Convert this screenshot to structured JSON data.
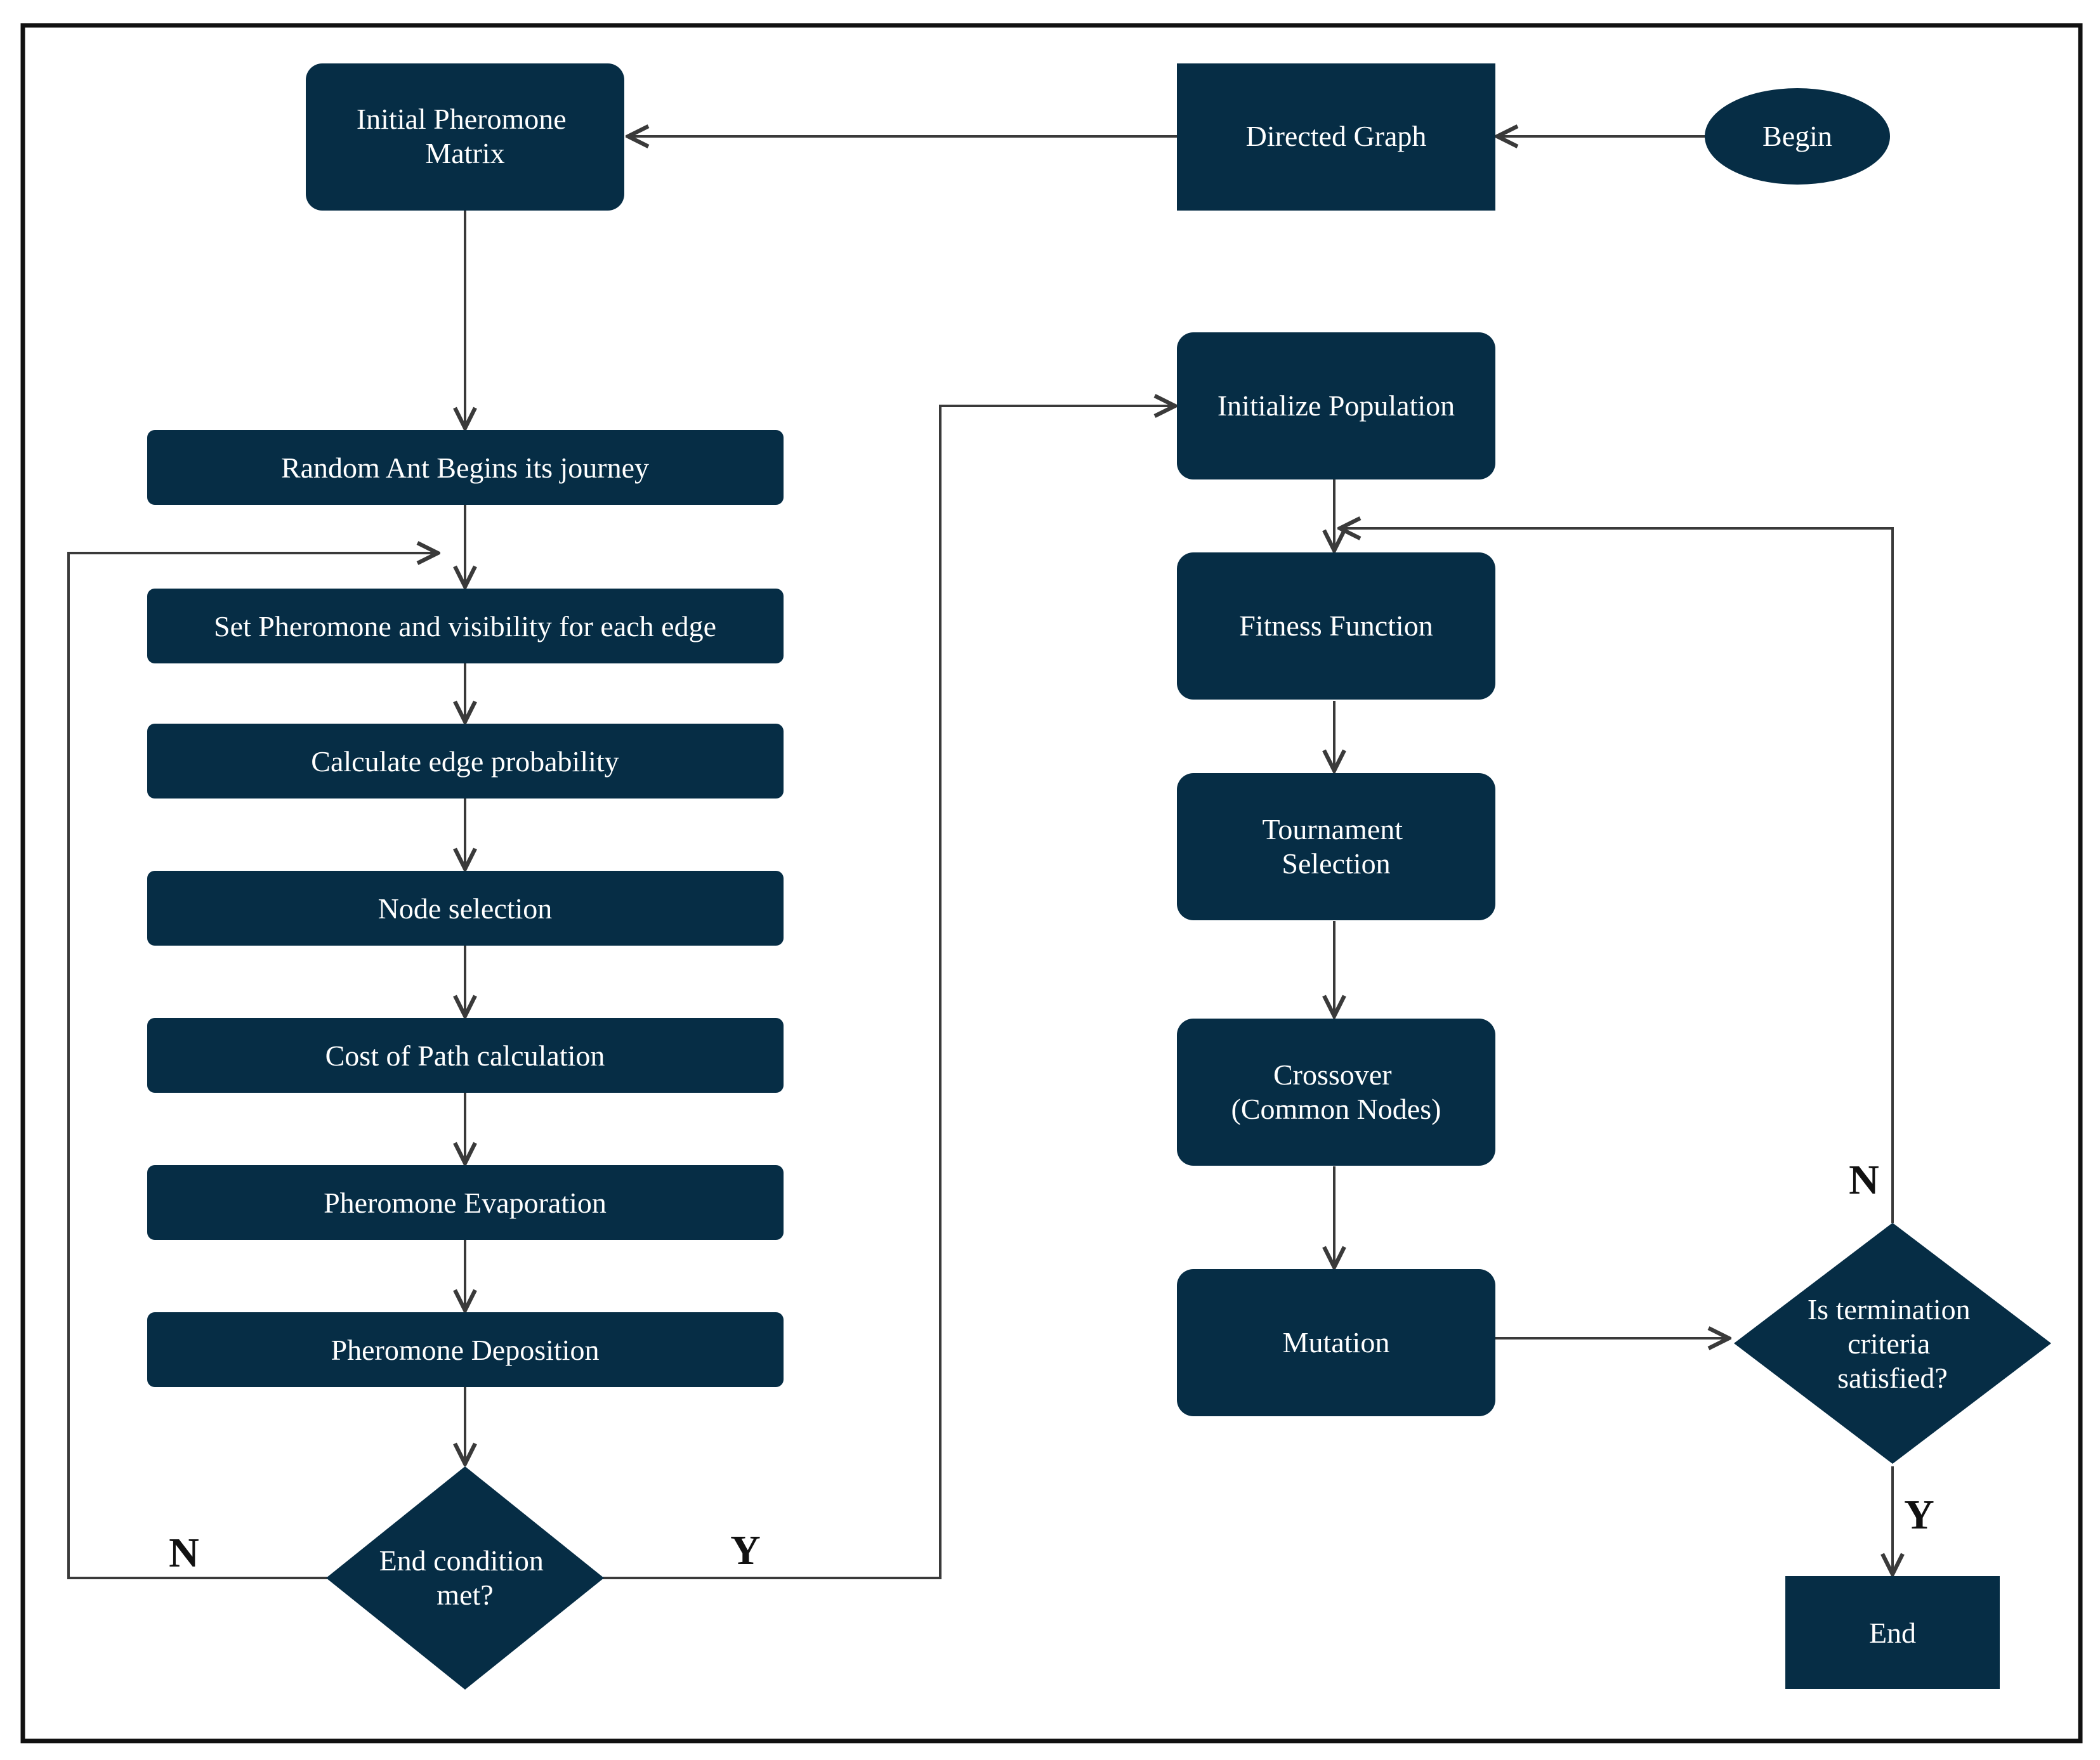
{
  "diagram": {
    "nodes": {
      "begin": "Begin",
      "directed_graph": "Directed Graph",
      "initial_matrix": [
        "Initial Pheromone",
        "Matrix"
      ],
      "random_ant": "Random Ant Begins its journey",
      "set_pheromone": "Set Pheromone and visibility for each edge",
      "edge_probability": "Calculate edge probability",
      "node_selection": "Node selection",
      "cost_of_path": "Cost of Path calculation",
      "evaporation": "Pheromone Evaporation",
      "deposition": "Pheromone Deposition",
      "end_condition": [
        "End condition",
        "met?"
      ],
      "init_population": "Initialize Population",
      "fitness": "Fitness Function",
      "tournament": [
        "Tournament",
        "Selection"
      ],
      "crossover": [
        "Crossover",
        "(Common Nodes)"
      ],
      "mutation": "Mutation",
      "termination": [
        "Is termination",
        "criteria",
        "satisfied?"
      ],
      "end": "End"
    },
    "branch_labels": {
      "aco_no": "N",
      "aco_yes": "Y",
      "ga_no": "N",
      "ga_yes": "Y"
    }
  },
  "colors": {
    "node_fill": "#062d45",
    "text": "#ffffff",
    "line": "#3a3a3a",
    "frame": "#111111"
  }
}
